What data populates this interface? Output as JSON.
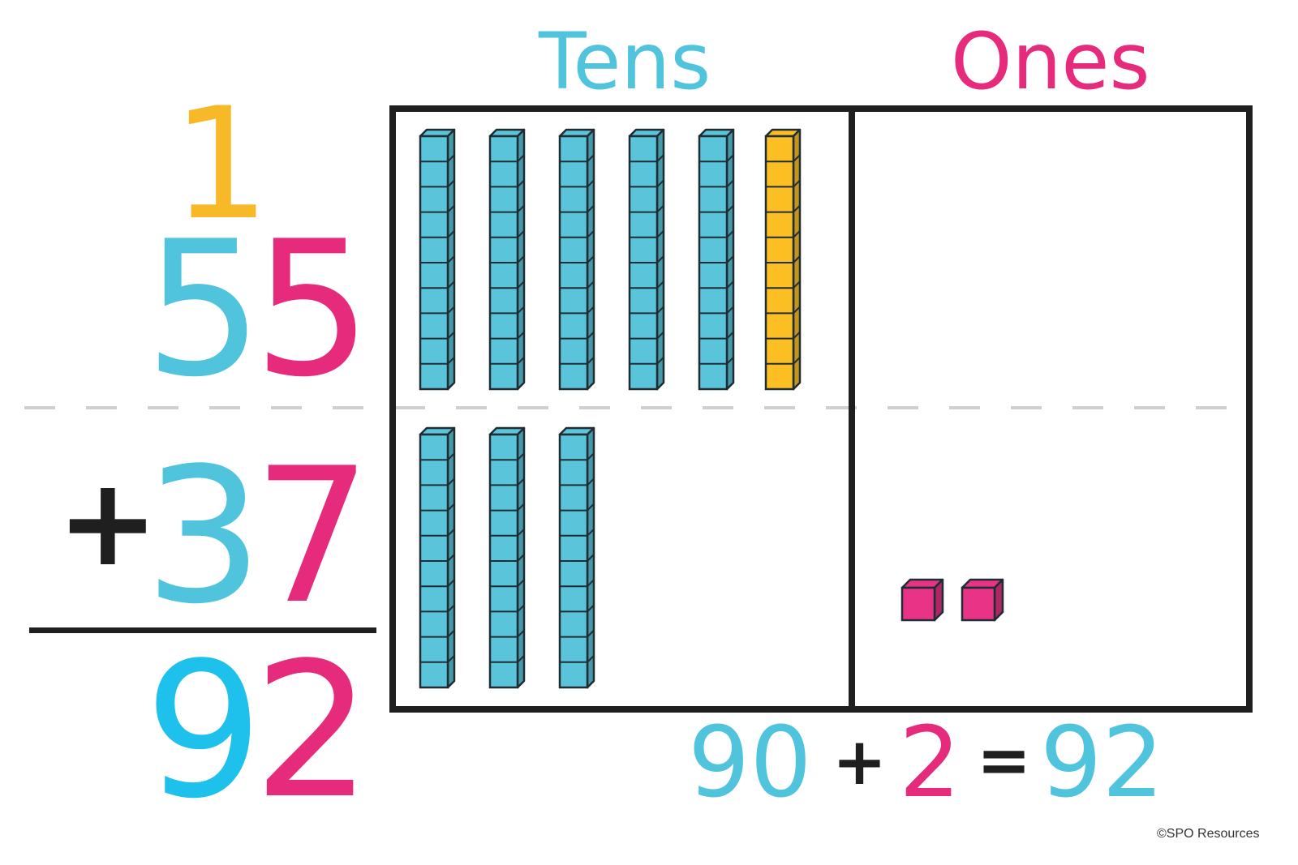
{
  "colors": {
    "tens": "#50c3dd",
    "ones": "#e72b7c",
    "carry": "#f7b928",
    "answer_tens": "#1ec0ec",
    "ink": "#1f1f1f",
    "dash": "#cfcfcf",
    "rod": "#5ac4da",
    "rod_carry": "#fbbf23",
    "unit_cube": "#e93386"
  },
  "headers": {
    "tens": "Tens",
    "ones": "Ones"
  },
  "problem": {
    "carry": "1",
    "top": {
      "tens": "5",
      "ones": "5"
    },
    "operator": "+",
    "bottom": {
      "tens": "3",
      "ones": "7"
    },
    "answer": {
      "tens": "9",
      "ones": "2"
    }
  },
  "blocks": {
    "top_rods_blue": 5,
    "top_rods_carry": 1,
    "bottom_rods": 3,
    "rod_units": 10,
    "unit_cubes": 2
  },
  "equation": {
    "tens_value": "90",
    "plus": "+",
    "ones_value": "2",
    "equals": "=",
    "total": "92"
  },
  "footer": {
    "credit": "©SPO Resources"
  }
}
